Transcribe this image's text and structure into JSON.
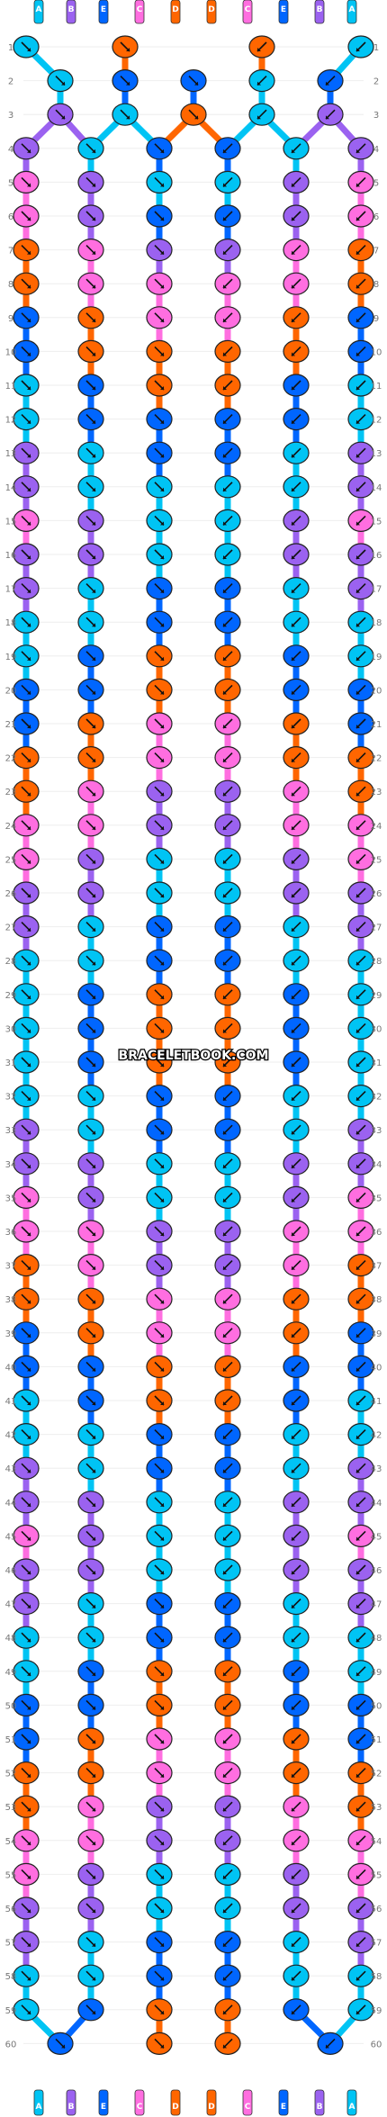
{
  "watermark": "BRACELETBOOK.COM",
  "colors": {
    "A": "#00c4f4",
    "B": "#9b62f0",
    "C": "#ff6ee0",
    "D": "#ff6600",
    "E": "#0066ff"
  },
  "strings": [
    "A",
    "B",
    "E",
    "C",
    "D",
    "D",
    "C",
    "E",
    "B",
    "A"
  ],
  "row_count": 60,
  "rows": [
    [
      "A",
      "D",
      "D",
      "A"
    ],
    [
      "A",
      "E",
      "E",
      "A",
      "E"
    ],
    [
      "B",
      "A",
      "D",
      "A",
      "B"
    ],
    [
      "B",
      "A",
      "E",
      "E",
      "A",
      "B"
    ],
    [
      "C",
      "B",
      "A",
      "A",
      "B",
      "C"
    ],
    [
      "C",
      "B",
      "E",
      "E",
      "B",
      "C"
    ],
    [
      "D",
      "C",
      "B",
      "B",
      "C",
      "D"
    ],
    [
      "D",
      "C",
      "C",
      "C",
      "C",
      "D"
    ],
    [
      "E",
      "D",
      "C",
      "C",
      "D",
      "E"
    ],
    [
      "E",
      "D",
      "D",
      "D",
      "D",
      "E"
    ],
    [
      "A",
      "E",
      "D",
      "D",
      "E",
      "A"
    ],
    [
      "A",
      "E",
      "E",
      "E",
      "E",
      "A"
    ],
    [
      "B",
      "A",
      "E",
      "E",
      "A",
      "B"
    ],
    [
      "B",
      "A",
      "A",
      "A",
      "A",
      "B"
    ],
    [
      "C",
      "B",
      "A",
      "A",
      "B",
      "C"
    ],
    [
      "B",
      "B",
      "A",
      "A",
      "B",
      "B"
    ],
    [
      "B",
      "A",
      "E",
      "E",
      "A",
      "B"
    ],
    [
      "A",
      "A",
      "E",
      "E",
      "A",
      "A"
    ],
    [
      "A",
      "E",
      "D",
      "D",
      "E",
      "A"
    ],
    [
      "E",
      "E",
      "D",
      "D",
      "E",
      "E"
    ],
    [
      "E",
      "D",
      "C",
      "C",
      "D",
      "E"
    ],
    [
      "D",
      "D",
      "C",
      "C",
      "D",
      "D"
    ],
    [
      "D",
      "C",
      "B",
      "B",
      "C",
      "D"
    ],
    [
      "C",
      "C",
      "B",
      "B",
      "C",
      "C"
    ],
    [
      "C",
      "B",
      "A",
      "A",
      "B",
      "C"
    ],
    [
      "B",
      "B",
      "A",
      "A",
      "B",
      "B"
    ],
    [
      "B",
      "A",
      "E",
      "E",
      "A",
      "B"
    ],
    [
      "A",
      "A",
      "E",
      "E",
      "A",
      "A"
    ],
    [
      "A",
      "E",
      "D",
      "D",
      "E",
      "A"
    ],
    [
      "A",
      "E",
      "D",
      "D",
      "E",
      "A"
    ],
    [
      "A",
      "E",
      "D",
      "D",
      "E",
      "A"
    ],
    [
      "A",
      "A",
      "E",
      "E",
      "A",
      "A"
    ],
    [
      "B",
      "A",
      "E",
      "E",
      "A",
      "B"
    ],
    [
      "B",
      "B",
      "A",
      "A",
      "B",
      "B"
    ],
    [
      "C",
      "B",
      "A",
      "A",
      "B",
      "C"
    ],
    [
      "C",
      "C",
      "B",
      "B",
      "C",
      "C"
    ],
    [
      "D",
      "C",
      "B",
      "B",
      "C",
      "D"
    ],
    [
      "D",
      "D",
      "C",
      "C",
      "D",
      "D"
    ],
    [
      "E",
      "D",
      "C",
      "C",
      "D",
      "E"
    ],
    [
      "E",
      "E",
      "D",
      "D",
      "E",
      "E"
    ],
    [
      "A",
      "E",
      "D",
      "D",
      "E",
      "A"
    ],
    [
      "A",
      "A",
      "E",
      "E",
      "A",
      "A"
    ],
    [
      "B",
      "A",
      "E",
      "E",
      "A",
      "B"
    ],
    [
      "B",
      "B",
      "A",
      "A",
      "B",
      "B"
    ],
    [
      "C",
      "B",
      "A",
      "A",
      "B",
      "C"
    ],
    [
      "B",
      "B",
      "A",
      "A",
      "B",
      "B"
    ],
    [
      "B",
      "A",
      "E",
      "E",
      "A",
      "B"
    ],
    [
      "A",
      "A",
      "E",
      "E",
      "A",
      "A"
    ],
    [
      "A",
      "E",
      "D",
      "D",
      "E",
      "A"
    ],
    [
      "E",
      "E",
      "D",
      "D",
      "E",
      "E"
    ],
    [
      "E",
      "D",
      "C",
      "C",
      "D",
      "E"
    ],
    [
      "D",
      "D",
      "C",
      "C",
      "D",
      "D"
    ],
    [
      "D",
      "C",
      "B",
      "B",
      "C",
      "D"
    ],
    [
      "C",
      "C",
      "B",
      "B",
      "C",
      "C"
    ],
    [
      "C",
      "B",
      "A",
      "A",
      "B",
      "C"
    ],
    [
      "B",
      "B",
      "A",
      "A",
      "B",
      "B"
    ],
    [
      "B",
      "A",
      "E",
      "E",
      "A",
      "B"
    ],
    [
      "A",
      "A",
      "E",
      "E",
      "A",
      "A"
    ],
    [
      "A",
      "E",
      "D",
      "D",
      "E",
      "A"
    ],
    [
      "E",
      "D",
      "D",
      "E"
    ]
  ]
}
